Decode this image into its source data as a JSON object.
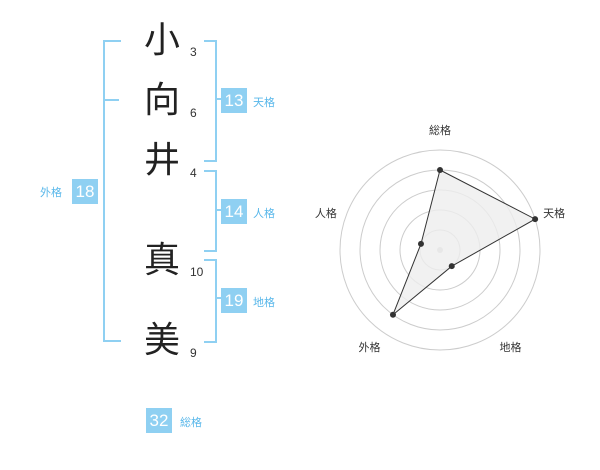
{
  "name": {
    "characters": [
      {
        "char": "小",
        "strokes": "3"
      },
      {
        "char": "向",
        "strokes": "6"
      },
      {
        "char": "井",
        "strokes": "4"
      },
      {
        "char": "真",
        "strokes": "10"
      },
      {
        "char": "美",
        "strokes": "9"
      }
    ]
  },
  "fortune": {
    "tenkaku": {
      "value": "13",
      "label": "天格"
    },
    "jinkaku": {
      "value": "14",
      "label": "人格"
    },
    "chikaku": {
      "value": "19",
      "label": "地格"
    },
    "gaikaku": {
      "value": "18",
      "label": "外格"
    },
    "soukaku": {
      "value": "32",
      "label": "総格"
    }
  },
  "chart_data": {
    "type": "radar",
    "axes": [
      "総格",
      "天格",
      "地格",
      "外格",
      "人格"
    ],
    "values": [
      4,
      5,
      1,
      4,
      1
    ],
    "max": 5,
    "rings": 5,
    "colors": {
      "fill": "#eeeeee",
      "line": "#333333",
      "point": "#333333",
      "grid": "#cccccc"
    }
  },
  "colors": {
    "accent": "#8fd0f2",
    "accent_text": "#58b7ea"
  }
}
